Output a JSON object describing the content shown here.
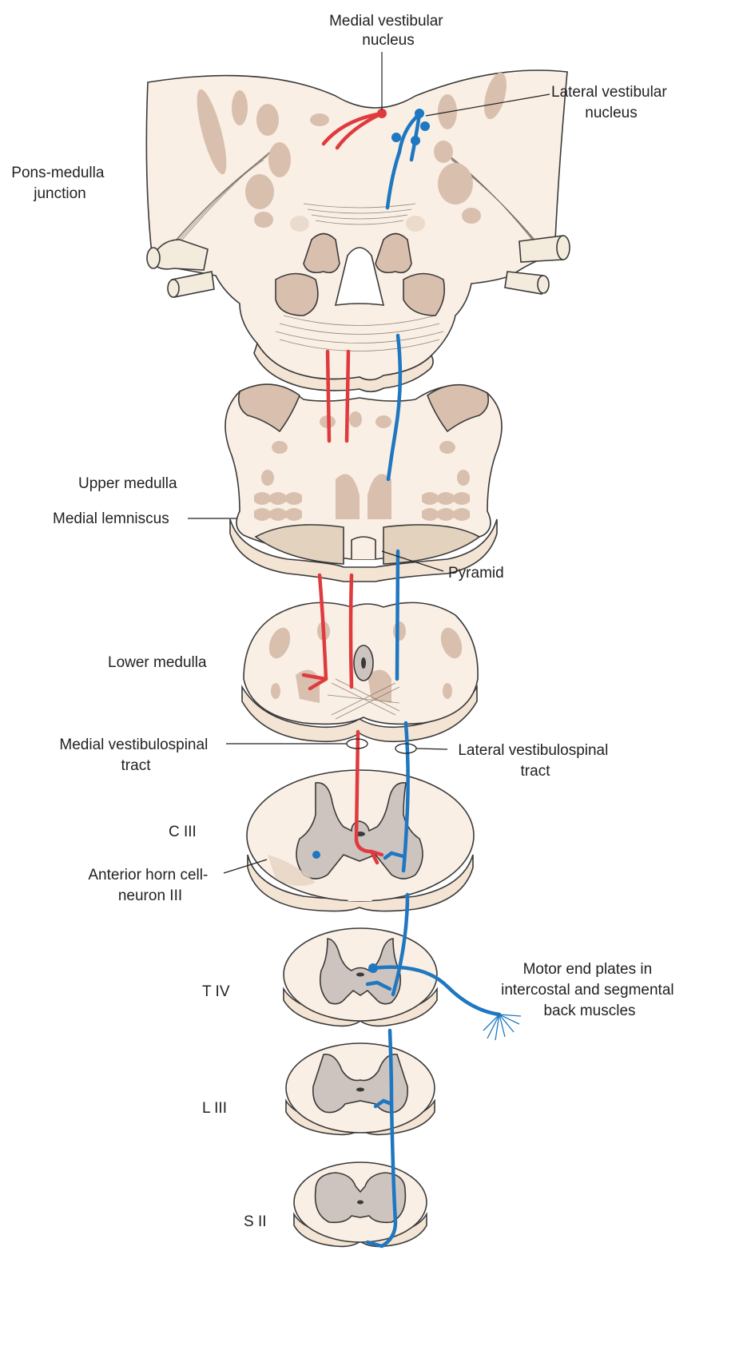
{
  "labels": {
    "medial_vestibular_nucleus": [
      "Medial vestibular",
      "nucleus"
    ],
    "lateral_vestibular_nucleus": [
      "Lateral vestibular",
      "nucleus"
    ],
    "pons_medulla_junction": [
      "Pons-medulla",
      "junction"
    ],
    "upper_medulla": "Upper medulla",
    "medial_lemniscus": "Medial lemniscus",
    "pyramid": "Pyramid",
    "lower_medulla": "Lower medulla",
    "medial_vestibulospinal_tract": [
      "Medial vestibulospinal",
      "tract"
    ],
    "lateral_vestibulospinal_tract": [
      "Lateral vestibulospinal",
      "tract"
    ],
    "c3": "C III",
    "anterior_horn_cell": [
      "Anterior horn cell-",
      "neuron III"
    ],
    "t4": "T IV",
    "motor_end_plates": [
      "Motor end plates in",
      "intercostal and segmental",
      "back muscles"
    ],
    "l3": "L III",
    "s2": "S II"
  },
  "colors": {
    "medial_tract": "#e03a3e",
    "lateral_tract": "#1e77c0",
    "tissue": "#f9efe4",
    "nuclei": "#d9bfae",
    "grey_matter": "#cdc4c0",
    "pyramid": "#e3d2bd"
  }
}
